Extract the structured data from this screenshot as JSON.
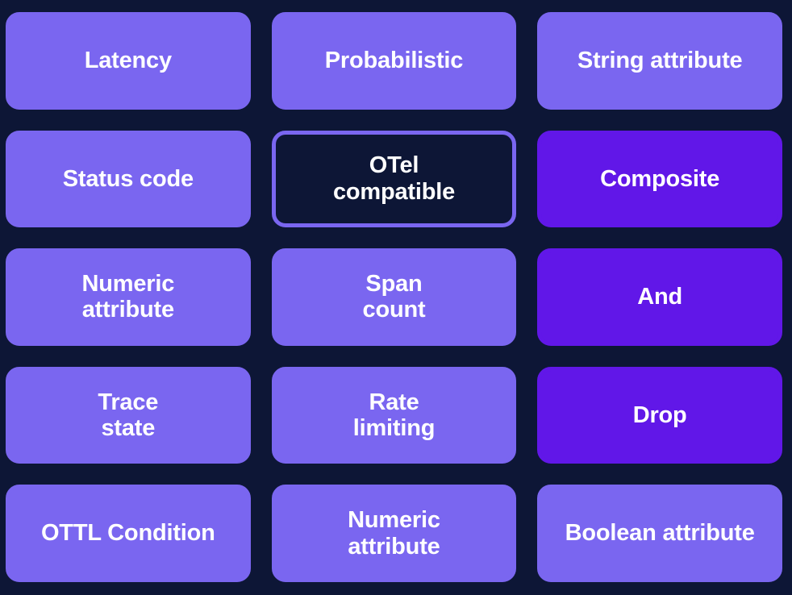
{
  "theme": {
    "background": "#0d1636",
    "card_light": "#7a66f0",
    "card_deep": "#6117e8",
    "card_outline_border": "#7a66f0",
    "card_outline_fill": "#0d1636",
    "text": "#ffffff"
  },
  "grid": {
    "columns": 3,
    "rows": 5,
    "cards": [
      {
        "label": "Latency",
        "style": "light"
      },
      {
        "label": "Probabilistic",
        "style": "light"
      },
      {
        "label": "String attribute",
        "style": "light"
      },
      {
        "label": "Status code",
        "style": "light"
      },
      {
        "label": "OTel\ncompatible",
        "style": "outline"
      },
      {
        "label": "Composite",
        "style": "deep"
      },
      {
        "label": "Numeric\nattribute",
        "style": "light"
      },
      {
        "label": "Span\ncount",
        "style": "light"
      },
      {
        "label": "And",
        "style": "deep"
      },
      {
        "label": "Trace\nstate",
        "style": "light"
      },
      {
        "label": "Rate\nlimiting",
        "style": "light"
      },
      {
        "label": "Drop",
        "style": "deep"
      },
      {
        "label": "OTTL Condition",
        "style": "light"
      },
      {
        "label": "Numeric\nattribute",
        "style": "light"
      },
      {
        "label": "Boolean attribute",
        "style": "light"
      }
    ]
  }
}
